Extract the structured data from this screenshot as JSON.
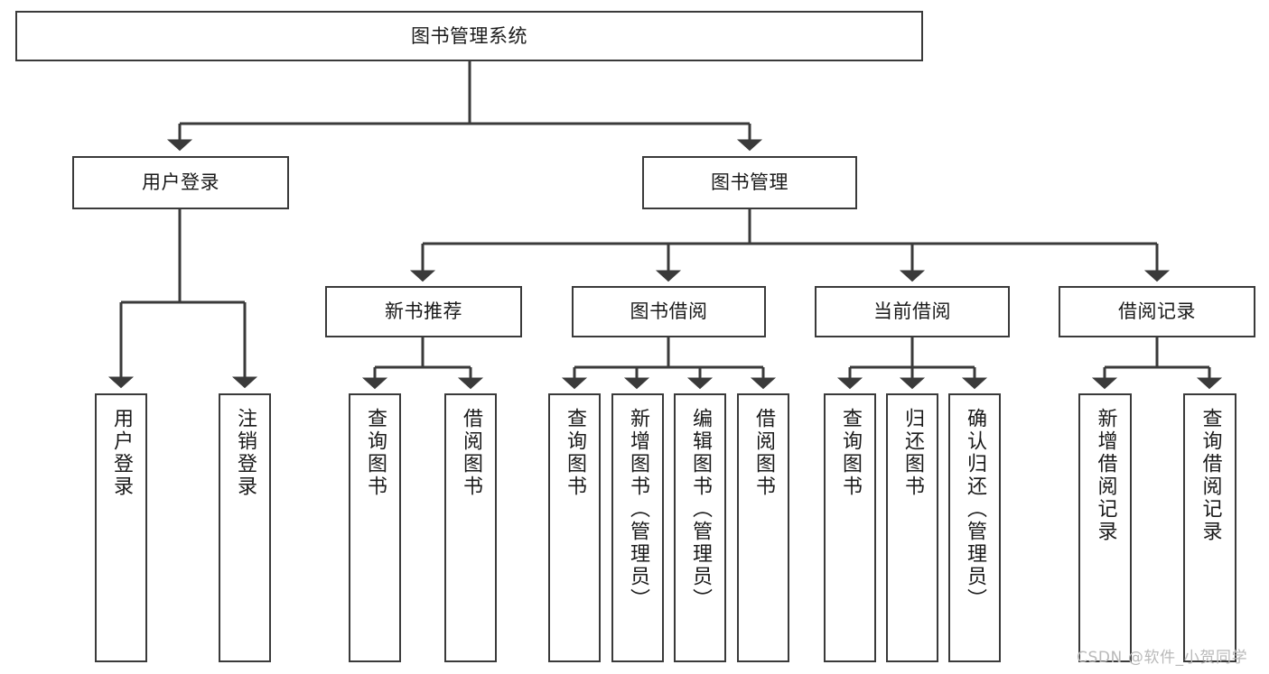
{
  "diagram": {
    "type": "tree-hierarchy-chart",
    "title_text": "图书管理系统",
    "root": {
      "id": "root",
      "label": "图书管理系统",
      "orientation": "horizontal"
    },
    "level2": [
      {
        "id": "user-login",
        "label": "用户登录",
        "orientation": "horizontal"
      },
      {
        "id": "book-management",
        "label": "图书管理",
        "orientation": "horizontal"
      }
    ],
    "level3": [
      {
        "id": "new-book-recommend",
        "label": "新书推荐",
        "orientation": "horizontal"
      },
      {
        "id": "book-borrow",
        "label": "图书借阅",
        "orientation": "horizontal"
      },
      {
        "id": "current-borrow",
        "label": "当前借阅",
        "orientation": "horizontal"
      },
      {
        "id": "borrow-record",
        "label": "借阅记录",
        "orientation": "horizontal"
      }
    ],
    "leaves": {
      "user_login": [
        {
          "id": "leaf-user-login",
          "label": "用户登录"
        },
        {
          "id": "leaf-logout",
          "label": "注销登录"
        }
      ],
      "new_book_recommend": [
        {
          "id": "leaf-query-book-1",
          "label": "查询图书"
        },
        {
          "id": "leaf-borrow-book-1",
          "label": "借阅图书"
        }
      ],
      "book_borrow": [
        {
          "id": "leaf-query-book-2",
          "label": "查询图书"
        },
        {
          "id": "leaf-add-book",
          "label": "新增图书（管理员）"
        },
        {
          "id": "leaf-edit-book",
          "label": "编辑图书（管理员）"
        },
        {
          "id": "leaf-borrow-book-2",
          "label": "借阅图书"
        }
      ],
      "current_borrow": [
        {
          "id": "leaf-query-book-3",
          "label": "查询图书"
        },
        {
          "id": "leaf-return-book",
          "label": "归还图书"
        },
        {
          "id": "leaf-confirm-return",
          "label": "确认归还（管理员）"
        }
      ],
      "borrow_record": [
        {
          "id": "leaf-add-record",
          "label": "新增借阅记录"
        },
        {
          "id": "leaf-query-record",
          "label": "查询借阅记录"
        }
      ]
    },
    "colors": {
      "stroke": "#3a3a3a",
      "fill": "#ffffff",
      "text": "#1a1a1a",
      "watermark": "#b9b9b9"
    }
  },
  "watermark": {
    "text": "CSDN @软件_小贺同学"
  }
}
